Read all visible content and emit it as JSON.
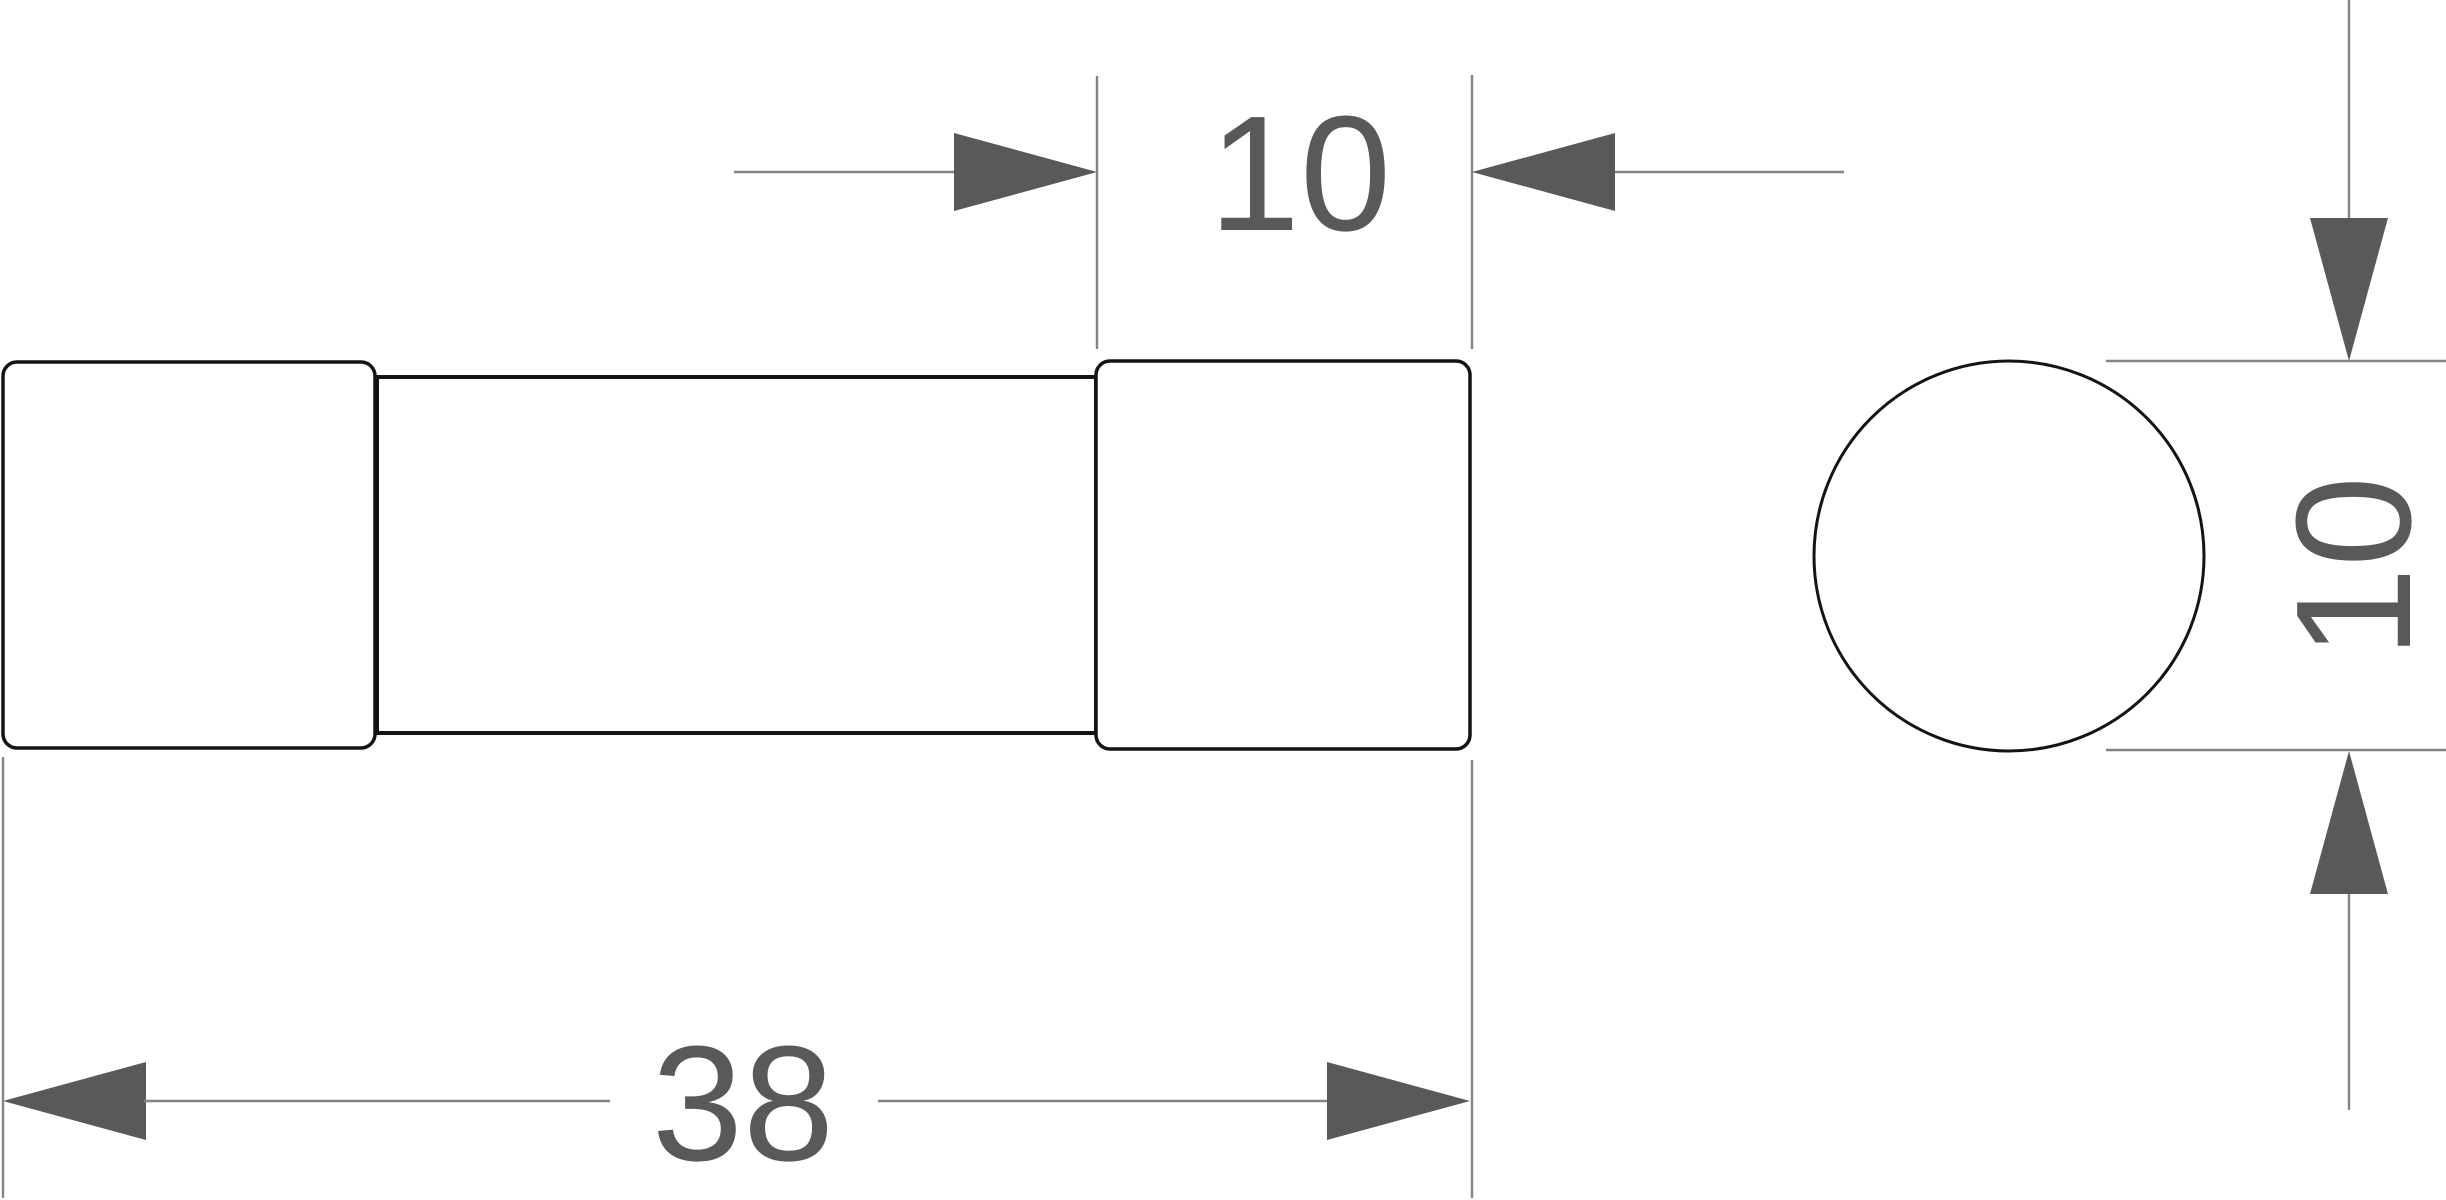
{
  "drawing": {
    "type": "technical-dimension-drawing",
    "background": "#ffffff",
    "colors": {
      "outline": "#141414",
      "dim": "#595959",
      "line": "#848484",
      "background": "#ffffff"
    },
    "views": {
      "side_view": [
        "left-end-cap",
        "body-tube",
        "right-end-cap"
      ],
      "end_view": [
        "circle-face"
      ]
    },
    "labels": {
      "cap_length": "10",
      "overall_length": "38",
      "diameter": "10"
    }
  }
}
